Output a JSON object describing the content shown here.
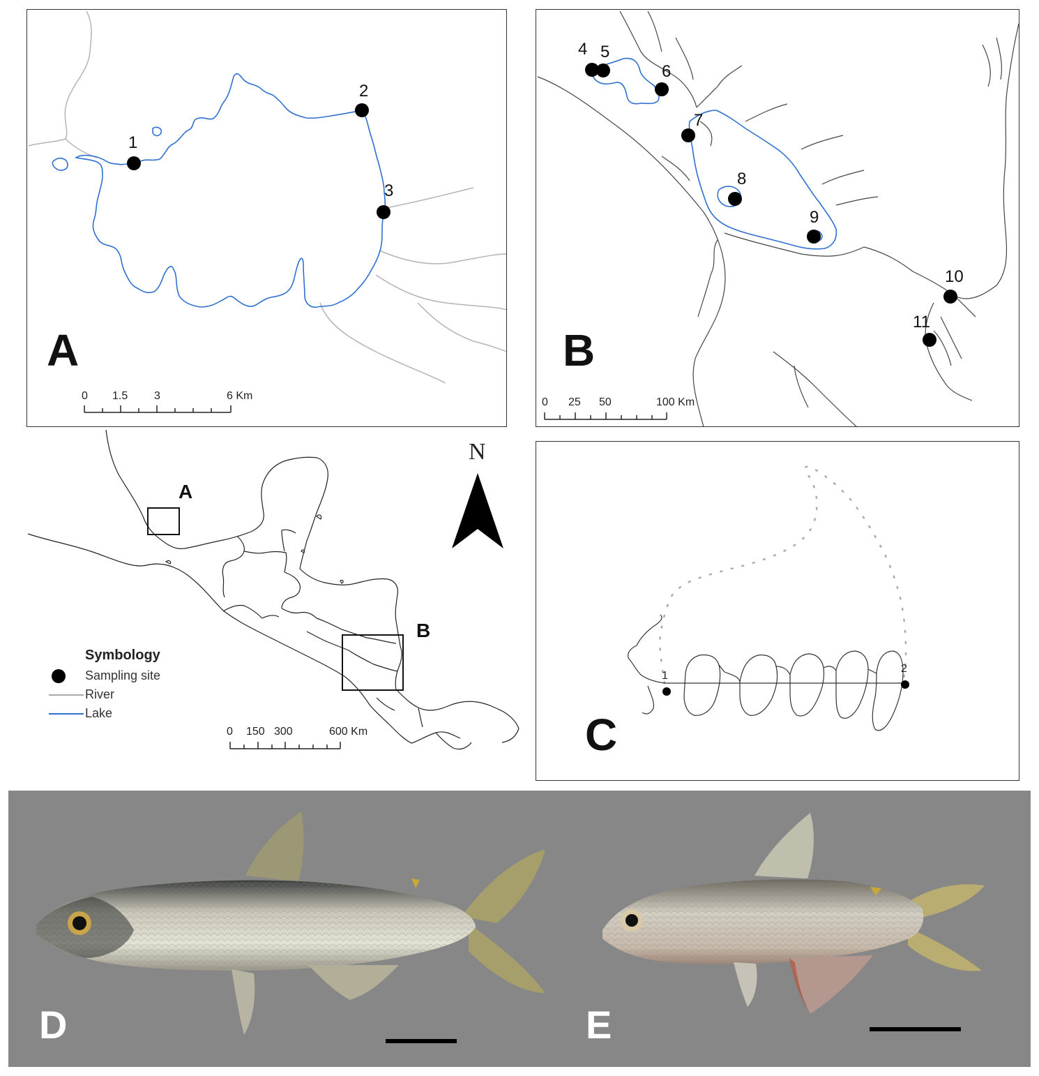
{
  "panel_a": {
    "letter": "A",
    "sites": [
      {
        "label": "1"
      },
      {
        "label": "2"
      },
      {
        "label": "3"
      }
    ],
    "scale": {
      "ticks": [
        "0",
        "1.5",
        "3",
        "6 Km"
      ]
    }
  },
  "panel_b": {
    "letter": "B",
    "sites": [
      {
        "label": "4"
      },
      {
        "label": "5"
      },
      {
        "label": "6"
      },
      {
        "label": "7"
      },
      {
        "label": "8"
      },
      {
        "label": "9"
      },
      {
        "label": "10"
      },
      {
        "label": "11"
      }
    ],
    "scale": {
      "ticks": [
        "0",
        "25",
        "50",
        "100 Km"
      ]
    }
  },
  "overview": {
    "inset_a": "A",
    "inset_b": "B",
    "north": "N",
    "scale": {
      "ticks": [
        "0",
        "150",
        "300",
        "600 Km"
      ]
    }
  },
  "legend": {
    "title": "Symbology",
    "items": [
      {
        "label": "Sampling site",
        "symbol": "dot",
        "color": "#000000"
      },
      {
        "label": "River",
        "symbol": "line",
        "color": "#a9a9a9"
      },
      {
        "label": "Lake",
        "symbol": "line",
        "color": "#2e6fd0"
      }
    ]
  },
  "panel_c": {
    "letter": "C",
    "landmarks": [
      "1",
      "2"
    ],
    "outline_dot_color": "#aaaaaa"
  },
  "photos": {
    "background": "#878787",
    "fish_d": {
      "letter": "D"
    },
    "fish_e": {
      "letter": "E"
    }
  },
  "colors": {
    "lake": "#2e6fd0",
    "river": "#a9a9a9",
    "outline": "#222222"
  }
}
